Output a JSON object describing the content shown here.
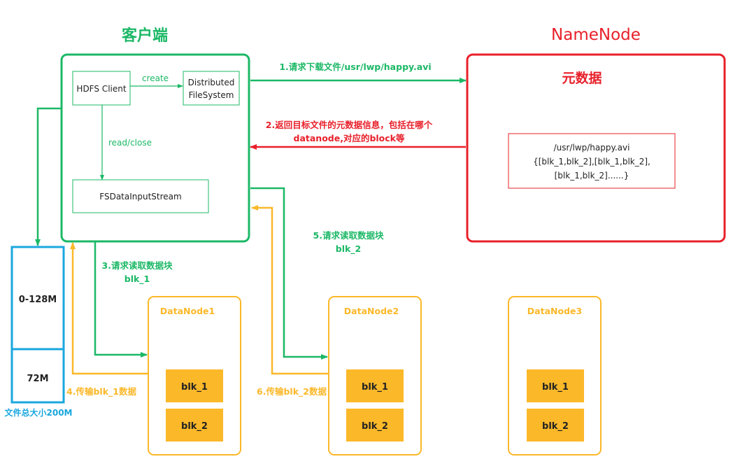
{
  "colors": {
    "green": "#1cb866",
    "red": "#e8202a",
    "orange": "#fbb829",
    "blue": "#1aa7df"
  },
  "client": {
    "title": "客户端",
    "hdfs_client": "HDFS Client",
    "distributed_fs_line1": "Distributed",
    "distributed_fs_line2": "FileSystem",
    "create_label": "create",
    "read_close_label": "read/close",
    "input_stream": "FSDataInputStream"
  },
  "namenode": {
    "title": "NameNode",
    "metadata_title": "元数据",
    "metadata_line1": "/usr/lwp/happy.avi",
    "metadata_line2": "{[blk_1,blk_2],[blk_1,blk_2],",
    "metadata_line3": "[blk_1,blk_2]......}"
  },
  "steps": {
    "step1": "1.请求下载文件/usr/lwp/happy.avi",
    "step2_line1": "2.返回目标文件的元数据信息，包括在哪个",
    "step2_line2": "datanode,对应的block等",
    "step3_line1": "3.请求读取数据块",
    "step3_line2": "blk_1",
    "step4": "4.传输blk_1数据",
    "step5_line1": "5.请求读取数据块",
    "step5_line2": "blk_2",
    "step6": "6.传输blk_2数据"
  },
  "file": {
    "part1": "0-128M",
    "part2": "72M",
    "total": "文件总大小200M"
  },
  "datanodes": [
    {
      "name": "DataNode1",
      "blocks": [
        "blk_1",
        "blk_2"
      ]
    },
    {
      "name": "DataNode2",
      "blocks": [
        "blk_1",
        "blk_2"
      ]
    },
    {
      "name": "DataNode3",
      "blocks": [
        "blk_1",
        "blk_2"
      ]
    }
  ]
}
